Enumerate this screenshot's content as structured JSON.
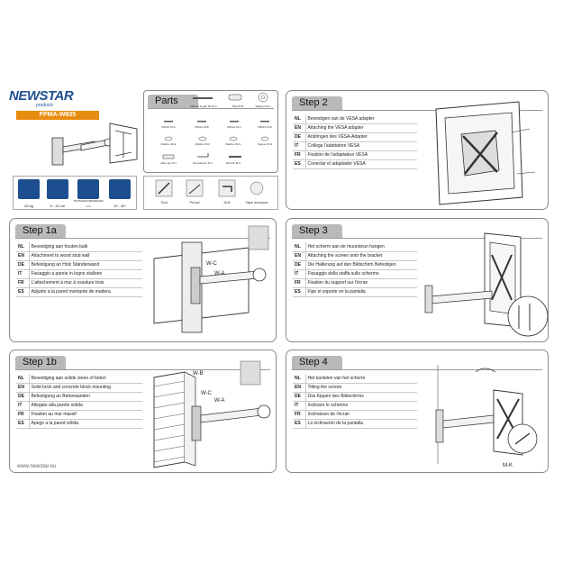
{
  "brand": {
    "logo_text": "NEWSTAR",
    "logo_sub": "products",
    "model": "FPMA-W835"
  },
  "specs": [
    {
      "label": "26 kg",
      "icon": "weight-icon"
    },
    {
      "label": "9 - 42 cm",
      "icon": "arm-length-icon"
    },
    {
      "label": "75x75/100x100/200x200 mm",
      "icon": "vesa-pattern-icon"
    },
    {
      "label": "10 - 40\"",
      "icon": "screen-size-icon"
    }
  ],
  "parts": {
    "title": "Parts",
    "items": [
      {
        "label": "M8 bolt length 60 W-A"
      },
      {
        "label": "Plug W-B"
      },
      {
        "label": "Washer W-C"
      },
      {
        "label": "M4x12 M-A"
      },
      {
        "label": "M5x12 M-B"
      },
      {
        "label": "M6x12 M-C"
      },
      {
        "label": "M8x16 M-D"
      },
      {
        "label": "Washer M-E"
      },
      {
        "label": "Washer M-F"
      },
      {
        "label": "Washer M-G"
      },
      {
        "label": "Spacer M-H"
      },
      {
        "label": "Allen key M-I"
      },
      {
        "label": "Screwdriver M-J"
      },
      {
        "label": "Wrench M-K"
      }
    ]
  },
  "tools": [
    {
      "label": "Tool",
      "icon": "screwdriver-icon"
    },
    {
      "label": "Pencil",
      "icon": "pencil-icon"
    },
    {
      "label": "Drill",
      "icon": "drill-icon"
    },
    {
      "label": "Tape measure",
      "icon": "tape-measure-icon"
    }
  ],
  "steps": {
    "step2": {
      "title": "Step 2",
      "rows": [
        {
          "code": "NL",
          "text": "Bevestigen van de VESA adapter"
        },
        {
          "code": "EN",
          "text": "Attaching the VESA adapter"
        },
        {
          "code": "DE",
          "text": "Anbringen des VESA-Adapter"
        },
        {
          "code": "IT",
          "text": "Collega l'adattatore VESA"
        },
        {
          "code": "FR",
          "text": "Fixation de l'adaptateur VESA"
        },
        {
          "code": "ES",
          "text": "Conectar el adaptador VESA"
        }
      ]
    },
    "step1a": {
      "title": "Step 1a",
      "rows": [
        {
          "code": "NL",
          "text": "Bevestiging aan houten balk"
        },
        {
          "code": "EN",
          "text": "Attachment to wood stud wall"
        },
        {
          "code": "DE",
          "text": "Befestigung an Holz Ständerwand"
        },
        {
          "code": "IT",
          "text": "Fissaggio a parete in legno stallone"
        },
        {
          "code": "FR",
          "text": "L'attachement à mur à ossature bois"
        },
        {
          "code": "ES",
          "text": "Adjunto a la pared montante de madera"
        }
      ],
      "labels": [
        "W-C",
        "W-A"
      ]
    },
    "step3": {
      "title": "Step 3",
      "rows": [
        {
          "code": "NL",
          "text": "Het scherm aan de muursteun hangen"
        },
        {
          "code": "EN",
          "text": "Attaching the screen onto the bracket"
        },
        {
          "code": "DE",
          "text": "Die Halterung auf den Bildschirm Befestigen"
        },
        {
          "code": "IT",
          "text": "Fissaggio della staffa sullo schermo"
        },
        {
          "code": "FR",
          "text": "Fixation du support sur l'écran"
        },
        {
          "code": "ES",
          "text": "Fijar el soporte en la pantalla"
        }
      ]
    },
    "step1b": {
      "title": "Step 1b",
      "rows": [
        {
          "code": "NL",
          "text": "Bevestiging aan solide steen of beton"
        },
        {
          "code": "EN",
          "text": "Solid brick and concrete block mounting"
        },
        {
          "code": "DE",
          "text": "Befestigung an Betonwanden"
        },
        {
          "code": "IT",
          "text": "Allegato alla parete solida"
        },
        {
          "code": "FR",
          "text": "Fixation au mur massif"
        },
        {
          "code": "ES",
          "text": "Apego a la pared sólida"
        }
      ],
      "labels": [
        "W-B",
        "W-C",
        "W-A"
      ]
    },
    "step4": {
      "title": "Step 4",
      "rows": [
        {
          "code": "NL",
          "text": "Het kantelen van het scherm"
        },
        {
          "code": "EN",
          "text": "Tilting the screen"
        },
        {
          "code": "DE",
          "text": "Das Kippen des Bildschirms"
        },
        {
          "code": "IT",
          "text": "Inclinare lo schermo"
        },
        {
          "code": "FR",
          "text": "Inclinaison de l'écran"
        },
        {
          "code": "ES",
          "text": "La inclinación de la pantalla"
        }
      ],
      "labels": [
        "M-K"
      ]
    }
  },
  "footer": {
    "url": "www.newstar.eu"
  },
  "colors": {
    "brand_blue": "#1d4e8f",
    "brand_orange": "#e88c10",
    "header_gray": "#b9b9b9"
  }
}
